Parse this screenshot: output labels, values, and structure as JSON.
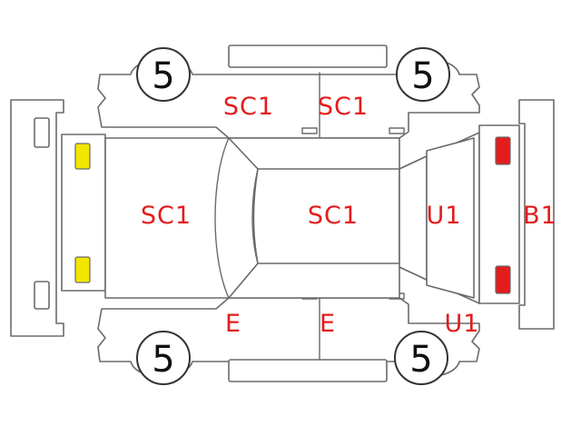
{
  "colors": {
    "code_text": "#e31c1c",
    "marker_yellow": "#f2e600",
    "marker_red": "#e31c1c",
    "outline": "#6a6a6a"
  },
  "tires": {
    "front_left": "5",
    "front_right": "5",
    "rear_left": "5",
    "rear_right": "5"
  },
  "damage_codes": {
    "top_door_left": "SC1",
    "top_door_right": "SC1",
    "hood": "SC1",
    "roof": "SC1",
    "rear_glass": "U1",
    "rear_bumper": "B1",
    "bottom_door_left": "E",
    "bottom_door_right": "E",
    "rear_quarter_bottom": "U1"
  },
  "markers": {
    "front_top": "yellow",
    "front_bottom": "yellow",
    "rear_top": "red",
    "rear_bottom": "red"
  }
}
